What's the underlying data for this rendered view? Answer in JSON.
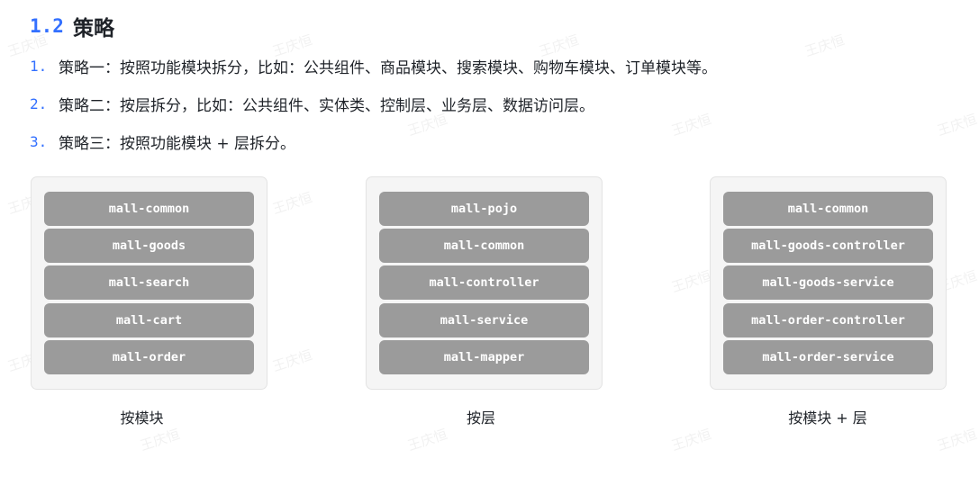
{
  "heading": {
    "number": "1.2",
    "title": "策略"
  },
  "strategies": [
    {
      "number": "1.",
      "text": "策略一：按照功能模块拆分，比如：公共组件、商品模块、搜索模块、购物车模块、订单模块等。"
    },
    {
      "number": "2.",
      "text": "策略二：按层拆分，比如：公共组件、实体类、控制层、业务层、数据访问层。"
    },
    {
      "number": "3.",
      "text": "策略三：按照功能模块 + 层拆分。"
    }
  ],
  "diagrams": [
    {
      "caption": "按模块",
      "modules": [
        "mall-common",
        "mall-goods",
        "mall-search",
        "mall-cart",
        "mall-order"
      ]
    },
    {
      "caption": "按层",
      "modules": [
        "mall-pojo",
        "mall-common",
        "mall-controller",
        "mall-service",
        "mall-mapper"
      ]
    },
    {
      "caption": "按模块 + 层",
      "modules": [
        "mall-common",
        "mall-goods-controller",
        "mall-goods-service",
        "mall-order-controller",
        "mall-order-service"
      ]
    }
  ],
  "watermark": {
    "text": "王庆恒"
  },
  "colors": {
    "accent": "#3370ff",
    "module_fill": "#9b9b9b",
    "panel_fill": "#f5f5f5"
  }
}
